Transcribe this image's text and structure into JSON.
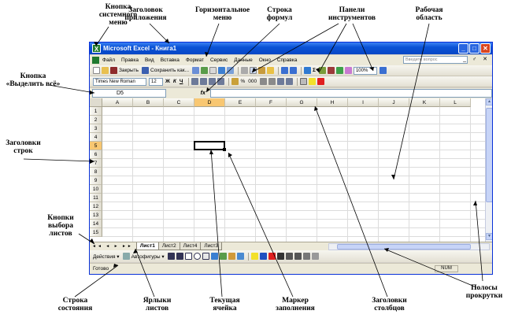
{
  "annotations": {
    "system_menu_button": "Кнопка\nсистемного\nменю",
    "app_title": "Заголовок\nприложения",
    "horizontal_menu": "Горизонтальное\nменю",
    "formula_bar": "Строка\nформул",
    "toolbars": "Панели\nинструментов",
    "work_area": "Рабочая\nобласть",
    "select_all_button": "Кнопка\n«Выделить всё»",
    "row_headers": "Заголовки\nстрок",
    "sheet_select_buttons": "Кнопки\nвыбора\nлистов",
    "status_bar": "Строка\nсостояния",
    "sheet_tabs": "Ярлыки\nлистов",
    "current_cell": "Текущая\nячейка",
    "fill_handle": "Маркер\nзаполнения",
    "column_headers": "Заголовки\nстолбцов",
    "scroll_bars": "Полосы\nпрокрутки"
  },
  "window": {
    "title": "Microsoft Excel - Книга1",
    "logo_glyph": "X",
    "btn_min": "_",
    "btn_max": "□",
    "btn_close": "✕"
  },
  "menu": {
    "items": [
      "Файл",
      "Правка",
      "Вид",
      "Вставка",
      "Формат",
      "Сервис",
      "Данные",
      "Окно",
      "Справка"
    ],
    "question_placeholder": "Введите вопрос",
    "mdi_controls": "_ ♂ ✕"
  },
  "toolbar1": {
    "close_label": "Закрыть",
    "save_as_label": "Сохранить как...",
    "sum_label": "Σ",
    "zoom": "100%"
  },
  "toolbar2": {
    "font": "Times New Roman",
    "size": "12",
    "bold": "Ж",
    "italic": "К",
    "underline": "Ч",
    "currency": "%",
    "thousands": "000"
  },
  "formula": {
    "cell_ref": "D5",
    "fx": "fx"
  },
  "grid": {
    "columns": [
      "A",
      "B",
      "C",
      "D",
      "E",
      "F",
      "G",
      "H",
      "I",
      "J",
      "K",
      "L"
    ],
    "rows": [
      "1",
      "2",
      "3",
      "4",
      "5",
      "6",
      "7",
      "8",
      "9",
      "10",
      "11",
      "12",
      "13",
      "14",
      "15"
    ],
    "active_col": "D",
    "active_row": "5"
  },
  "sheets": {
    "nav": "◄◄ ◄ ► ►►",
    "tabs": [
      "Лист1",
      "Лист2",
      "Лист4",
      "Лист3"
    ],
    "active": "Лист1"
  },
  "draw": {
    "actions_label": "Действия ▾",
    "autoshapes_label": "Автофигуры ▾"
  },
  "status": {
    "text": "Готово",
    "num": "NUM"
  },
  "colors": {
    "title_blue": "#0a52d6",
    "active_header": "#f8c772",
    "chrome": "#ece9d8"
  }
}
